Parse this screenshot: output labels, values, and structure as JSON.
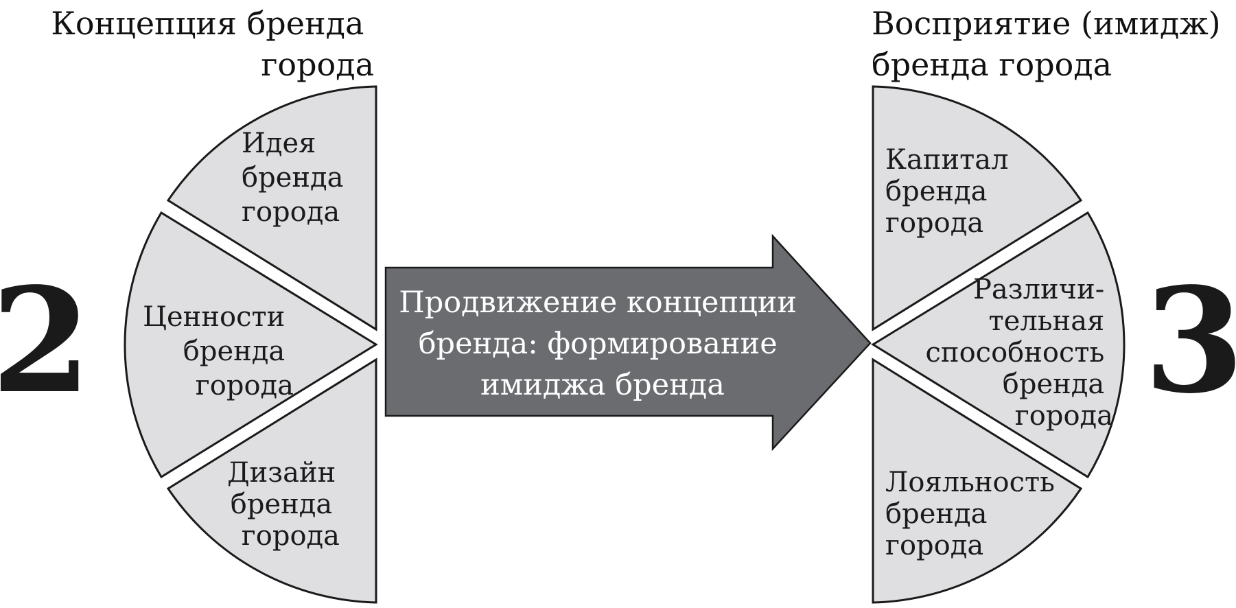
{
  "left": {
    "number": "2",
    "title_lines": [
      "Концепция бренда",
      "города"
    ],
    "segments": [
      {
        "lines": [
          "Идея",
          "бренда",
          "города"
        ]
      },
      {
        "lines": [
          "Ценности",
          "бренда",
          "города"
        ]
      },
      {
        "lines": [
          "Дизайн",
          "бренда",
          "города"
        ]
      }
    ]
  },
  "center": {
    "arrow_lines": [
      "Продвижение концепции",
      "бренда: формирование",
      "имиджа бренда"
    ]
  },
  "right": {
    "number": "3",
    "title_lines": [
      "Восприятие (имидж)",
      "бренда города"
    ],
    "segments": [
      {
        "lines": [
          "Капитал",
          "бренда",
          "города"
        ]
      },
      {
        "lines": [
          "Различи-",
          "тельная",
          "способность",
          "бренда",
          "города"
        ]
      },
      {
        "lines": [
          "Лояльность",
          "бренда",
          "города"
        ]
      }
    ]
  },
  "colors": {
    "segment_fill": "#dfdfe1",
    "arrow_fill": "#6b6c70",
    "outline": "#1a1a1a",
    "arrow_text": "#ffffff"
  }
}
